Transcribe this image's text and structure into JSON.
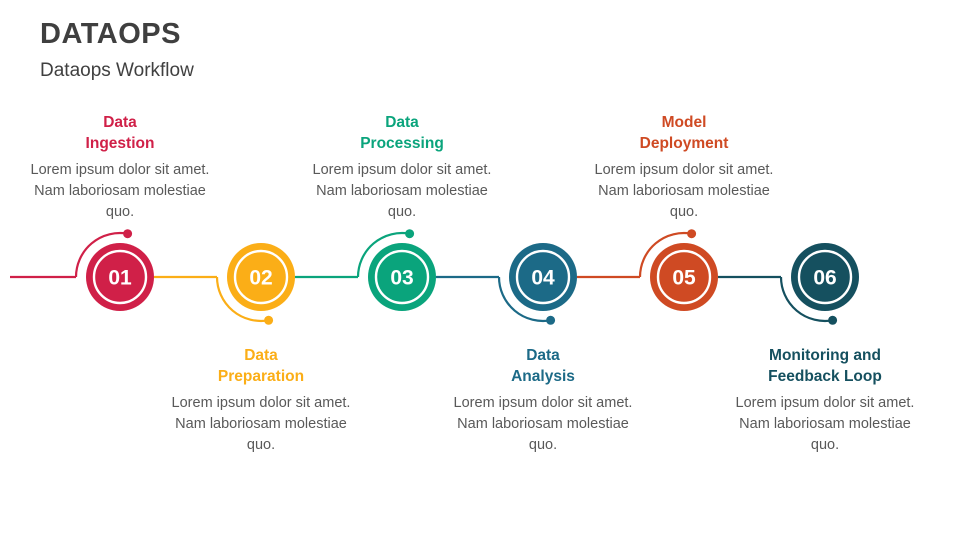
{
  "header": {
    "title": "DATAOPS",
    "subtitle": "Dataops Workflow"
  },
  "steps": [
    {
      "number": "01",
      "title_lines": [
        "Data",
        "Ingestion"
      ],
      "description": "Lorem ipsum dolor sit amet. Nam laboriosam molestiae quo.",
      "color": "#d02048",
      "label_position": "top"
    },
    {
      "number": "02",
      "title_lines": [
        "Data",
        "Preparation"
      ],
      "description": "Lorem ipsum dolor sit amet. Nam laboriosam molestiae quo.",
      "color": "#fbae17",
      "label_position": "bottom"
    },
    {
      "number": "03",
      "title_lines": [
        "Data",
        "Processing"
      ],
      "description": "Lorem ipsum dolor sit amet. Nam laboriosam molestiae quo.",
      "color": "#0aa47c",
      "label_position": "top"
    },
    {
      "number": "04",
      "title_lines": [
        "Data",
        "Analysis"
      ],
      "description": "Lorem ipsum dolor sit amet. Nam laboriosam molestiae quo.",
      "color": "#1c6a87",
      "label_position": "bottom"
    },
    {
      "number": "05",
      "title_lines": [
        "Model",
        "Deployment"
      ],
      "description": "Lorem ipsum dolor sit amet. Nam laboriosam molestiae quo.",
      "color": "#cf4a23",
      "label_position": "top"
    },
    {
      "number": "06",
      "title_lines": [
        "Monitoring and",
        "Feedback Loop"
      ],
      "description": "Lorem ipsum dolor sit amet. Nam laboriosam molestiae quo.",
      "color": "#15505f",
      "label_position": "bottom"
    }
  ]
}
